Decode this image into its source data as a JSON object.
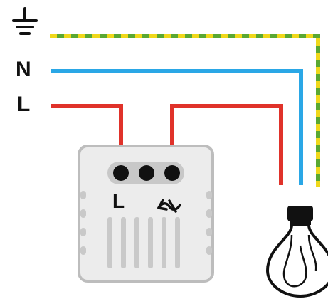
{
  "labels": {
    "neutral": "N",
    "live": "L",
    "terminal_live": "L"
  },
  "colors": {
    "earth_green": "#5aa832",
    "earth_yellow": "#f0d81a",
    "neutral": "#2aa7e6",
    "live": "#e0322a",
    "ink": "#111111",
    "switch_body": "#e9e9e9",
    "switch_border": "#bdbdbd",
    "switch_detail": "#c9c9c9",
    "terminal_bar": "#c8c8c8"
  },
  "icons": {
    "earth_symbol": "ground-icon",
    "switched_output_symbol": "switched-output-icon",
    "lamp": "light-bulb-icon"
  }
}
